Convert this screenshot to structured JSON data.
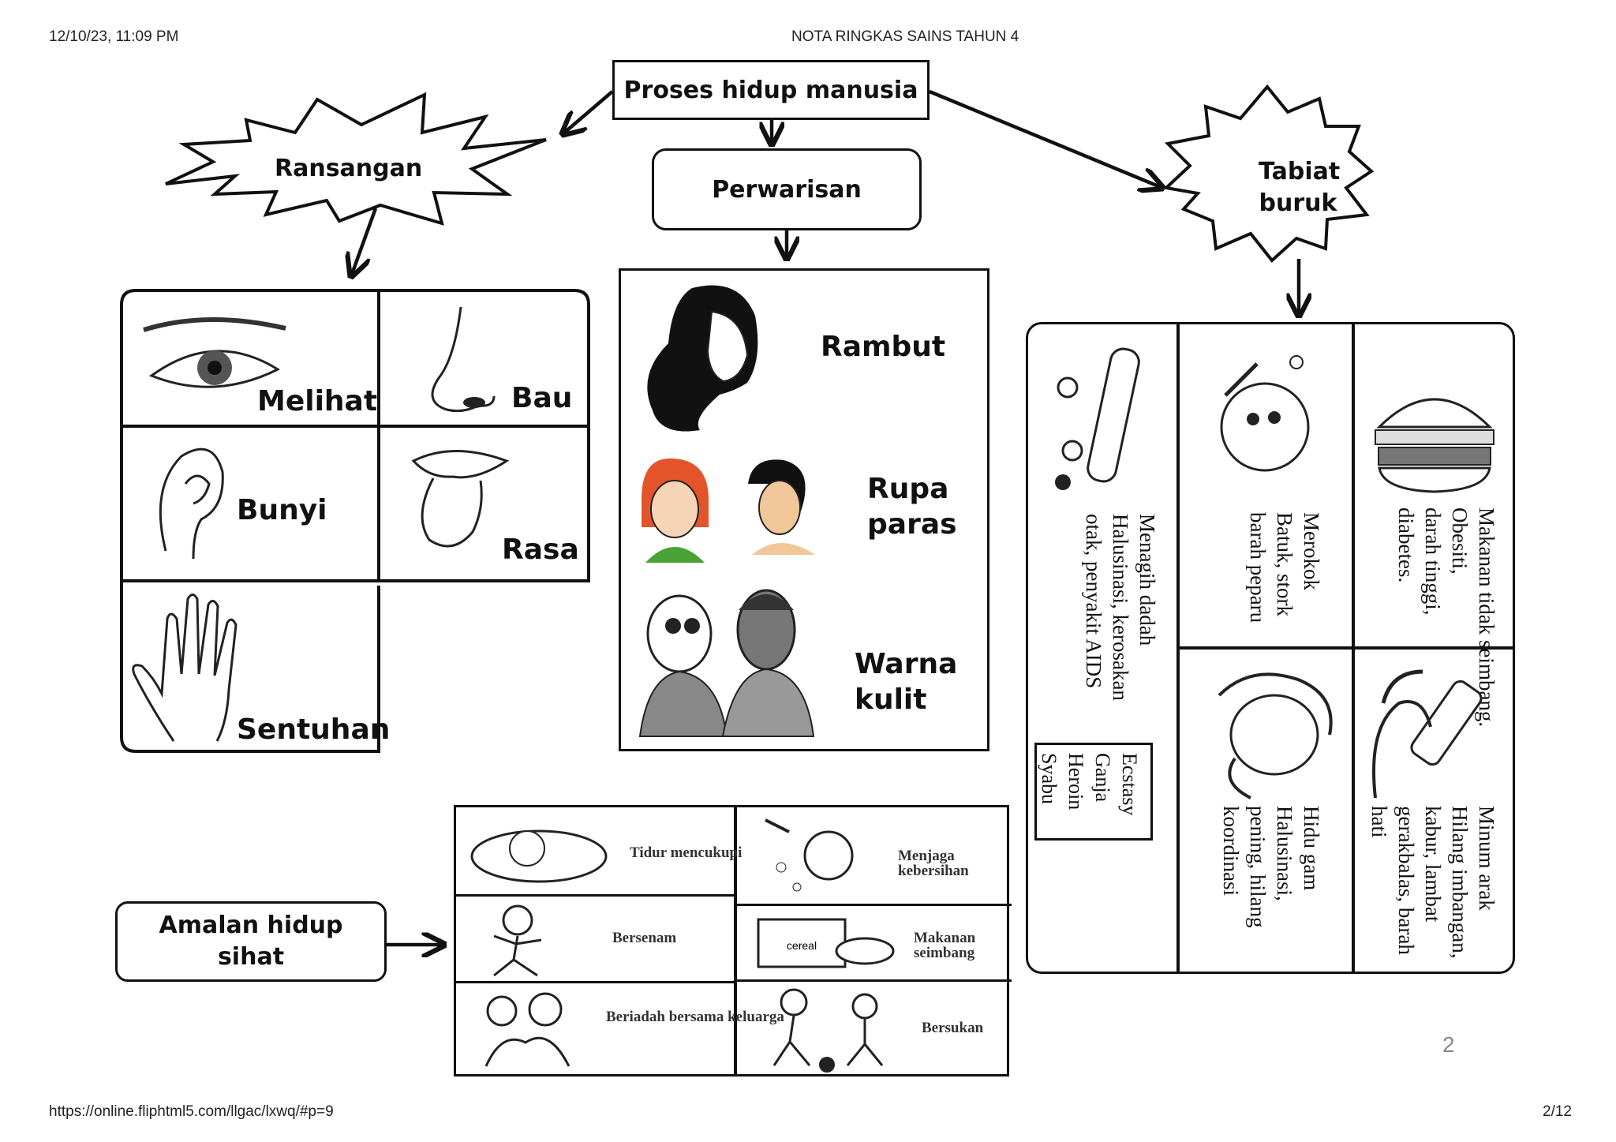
{
  "header": {
    "timestamp": "12/10/23, 11:09 PM",
    "title": "NOTA RINGKAS SAINS TAHUN 4"
  },
  "footer": {
    "url": "https://online.fliphtml5.com/llgac/lxwq/#p=9",
    "page_count": "2/12",
    "slide_number": "2"
  },
  "map": {
    "root": "Proses hidup manusia",
    "stimulus": {
      "title": "Ransangan",
      "senses": [
        "Melihat",
        "Bau",
        "Bunyi",
        "Rasa",
        "Sentuhan"
      ]
    },
    "heredity": {
      "title": "Perwarisan",
      "traits": [
        "Rambut",
        "Rupa paras",
        "Warna kulit"
      ]
    },
    "bad_habits": {
      "title": "Tabiat buruk",
      "items": [
        {
          "heading": "Makanan tidak seimbang.",
          "text": "Obesiti, darah tinggi, diabetes."
        },
        {
          "heading": "Minum arak",
          "text": "Hilang imbangan, kabur, lambat gerakbalas, barah hati"
        },
        {
          "heading": "Merokok",
          "text": "Batuk, stork barah peparu"
        },
        {
          "heading": "Hidu gam",
          "text": "Halusinasi, pening, hilang koordinasi"
        },
        {
          "heading": "Menagih dadah",
          "text": "Halusinasi, kerosakan otak, penyakit AIDS"
        }
      ],
      "drugs": [
        "Ecstasy",
        "Ganja",
        "Heroin",
        "Syabu"
      ]
    },
    "healthy": {
      "title": "Amalan hidup sihat",
      "practices": [
        "Tidur mencukupi",
        "Menjaga kebersihan",
        "Bersenam",
        "Makanan seimbang",
        "Beriadah bersama keluarga",
        "Bersukan"
      ],
      "box_label": "cereal"
    }
  }
}
